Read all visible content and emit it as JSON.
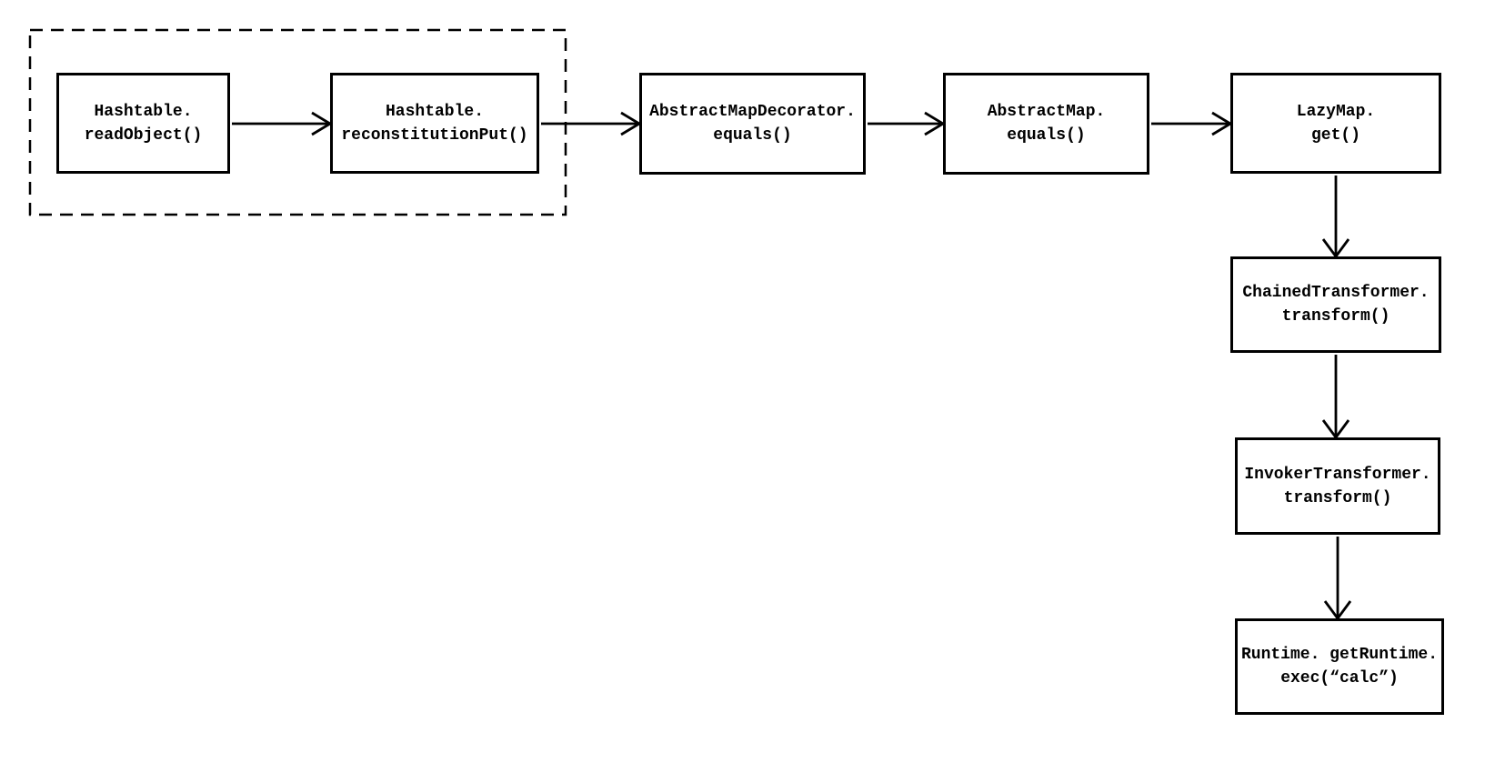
{
  "diagram": {
    "title_hint": "Java deserialization gadget call chain (CommonsCollections7 style)",
    "background_color": "#ffffff",
    "stroke_color": "#000000",
    "nodes": [
      {
        "id": "hashtable-readobject",
        "line1": "Hashtable.",
        "line2": "readObject()"
      },
      {
        "id": "hashtable-reconstitutionput",
        "line1": "Hashtable.",
        "line2": "reconstitutionPut()"
      },
      {
        "id": "abstractmapdecorator-equals",
        "line1": "AbstractMapDecorator.",
        "line2": "equals()"
      },
      {
        "id": "abstractmap-equals",
        "line1": "AbstractMap.",
        "line2": "equals()"
      },
      {
        "id": "lazymap-get",
        "line1": "LazyMap.",
        "line2": "get()"
      },
      {
        "id": "chainedtransformer-transform",
        "line1": "ChainedTransformer.",
        "line2": "transform()"
      },
      {
        "id": "invokertransformer-transform",
        "line1": "InvokerTransformer.",
        "line2": "transform()"
      },
      {
        "id": "runtime-exec",
        "line1": "Runtime. getRuntime.",
        "line2": "exec(“calc”)"
      }
    ],
    "edges": [
      {
        "from": "hashtable-readobject",
        "to": "hashtable-reconstitutionput",
        "direction": "right"
      },
      {
        "from": "hashtable-reconstitutionput",
        "to": "abstractmapdecorator-equals",
        "direction": "right"
      },
      {
        "from": "abstractmapdecorator-equals",
        "to": "abstractmap-equals",
        "direction": "right"
      },
      {
        "from": "abstractmap-equals",
        "to": "lazymap-get",
        "direction": "right"
      },
      {
        "from": "lazymap-get",
        "to": "chainedtransformer-transform",
        "direction": "down"
      },
      {
        "from": "chainedtransformer-transform",
        "to": "invokertransformer-transform",
        "direction": "down"
      },
      {
        "from": "invokertransformer-transform",
        "to": "runtime-exec",
        "direction": "down"
      }
    ],
    "dashed_group": {
      "style": "dashed-rectangle",
      "contains": [
        "hashtable-readobject",
        "hashtable-reconstitutionput"
      ]
    }
  }
}
